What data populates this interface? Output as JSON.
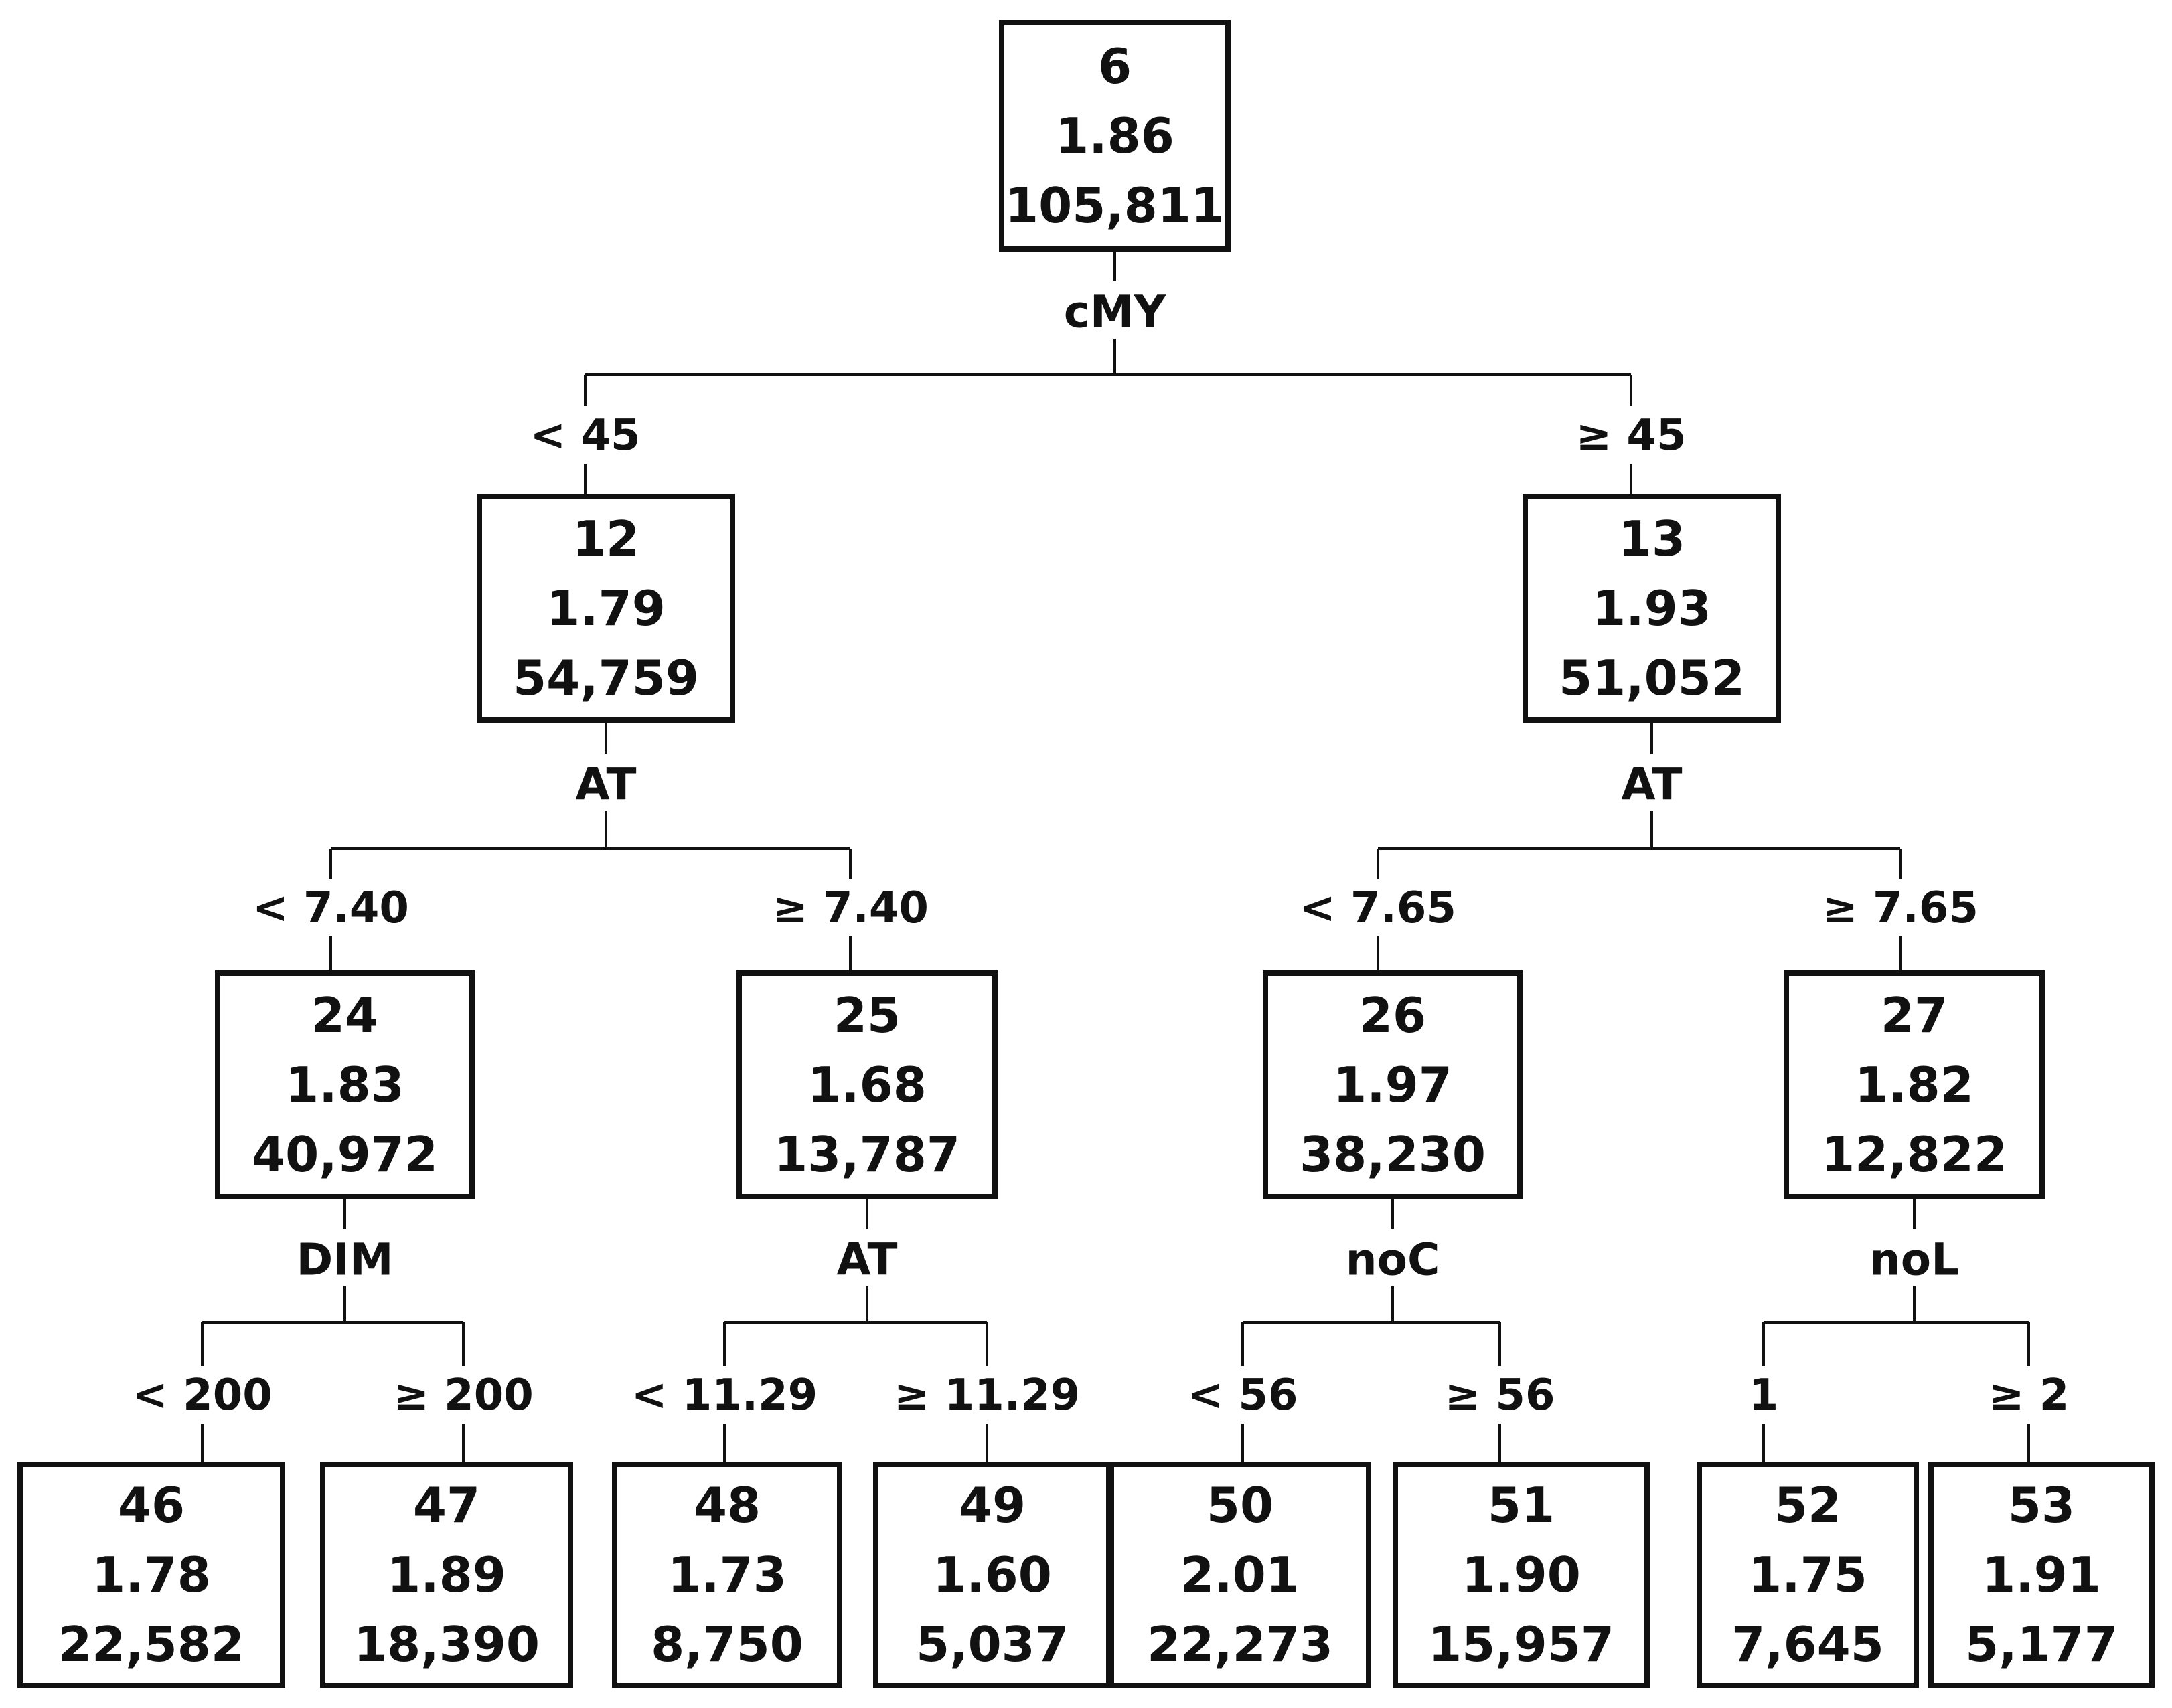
{
  "tree": {
    "nodes": [
      {
        "key": "n6",
        "lines": [
          "6",
          "1.86",
          "105,811"
        ]
      },
      {
        "key": "n12",
        "lines": [
          "12",
          "1.79",
          "54,759"
        ]
      },
      {
        "key": "n13",
        "lines": [
          "13",
          "1.93",
          "51,052"
        ]
      },
      {
        "key": "n24",
        "lines": [
          "24",
          "1.83",
          "40,972"
        ]
      },
      {
        "key": "n25",
        "lines": [
          "25",
          "1.68",
          "13,787"
        ]
      },
      {
        "key": "n26",
        "lines": [
          "26",
          "1.97",
          "38,230"
        ]
      },
      {
        "key": "n27",
        "lines": [
          "27",
          "1.82",
          "12,822"
        ]
      },
      {
        "key": "n46",
        "lines": [
          "46",
          "1.78",
          "22,582"
        ]
      },
      {
        "key": "n47",
        "lines": [
          "47",
          "1.89",
          "18,390"
        ]
      },
      {
        "key": "n48",
        "lines": [
          "48",
          "1.73",
          "8,750"
        ]
      },
      {
        "key": "n49",
        "lines": [
          "49",
          "1.60",
          "5,037"
        ]
      },
      {
        "key": "n50",
        "lines": [
          "50",
          "2.01",
          "22,273"
        ]
      },
      {
        "key": "n51",
        "lines": [
          "51",
          "1.90",
          "15,957"
        ]
      },
      {
        "key": "n52",
        "lines": [
          "52",
          "1.75",
          "7,645"
        ]
      },
      {
        "key": "n53",
        "lines": [
          "53",
          "1.91",
          "5,177"
        ]
      }
    ],
    "splits": [
      {
        "parent": "n6",
        "variable": "cMY",
        "left": {
          "child": "n12",
          "label": "< 45"
        },
        "right": {
          "child": "n13",
          "label": "≥ 45"
        }
      },
      {
        "parent": "n12",
        "variable": "AT",
        "left": {
          "child": "n24",
          "label": "< 7.40"
        },
        "right": {
          "child": "n25",
          "label": "≥ 7.40"
        }
      },
      {
        "parent": "n13",
        "variable": "AT",
        "left": {
          "child": "n26",
          "label": "< 7.65"
        },
        "right": {
          "child": "n27",
          "label": "≥ 7.65"
        }
      },
      {
        "parent": "n24",
        "variable": "DIM",
        "left": {
          "child": "n46",
          "label": "< 200"
        },
        "right": {
          "child": "n47",
          "label": "≥ 200"
        }
      },
      {
        "parent": "n25",
        "variable": "AT",
        "left": {
          "child": "n48",
          "label": "< 11.29"
        },
        "right": {
          "child": "n49",
          "label": "≥ 11.29"
        }
      },
      {
        "parent": "n26",
        "variable": "noC",
        "left": {
          "child": "n50",
          "label": "< 56"
        },
        "right": {
          "child": "n51",
          "label": "≥ 56"
        }
      },
      {
        "parent": "n27",
        "variable": "noL",
        "left": {
          "child": "n52",
          "label": "1"
        },
        "right": {
          "child": "n53",
          "label": "≥ 2"
        }
      }
    ]
  }
}
